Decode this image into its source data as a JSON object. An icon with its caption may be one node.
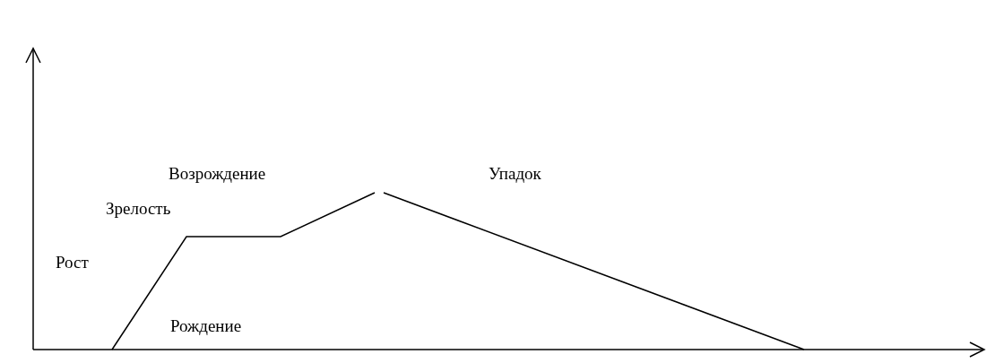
{
  "diagram": {
    "labels": [
      "Возрождение",
      "Упадок",
      "Зрелость",
      "Рост",
      "Рождение"
    ]
  }
}
